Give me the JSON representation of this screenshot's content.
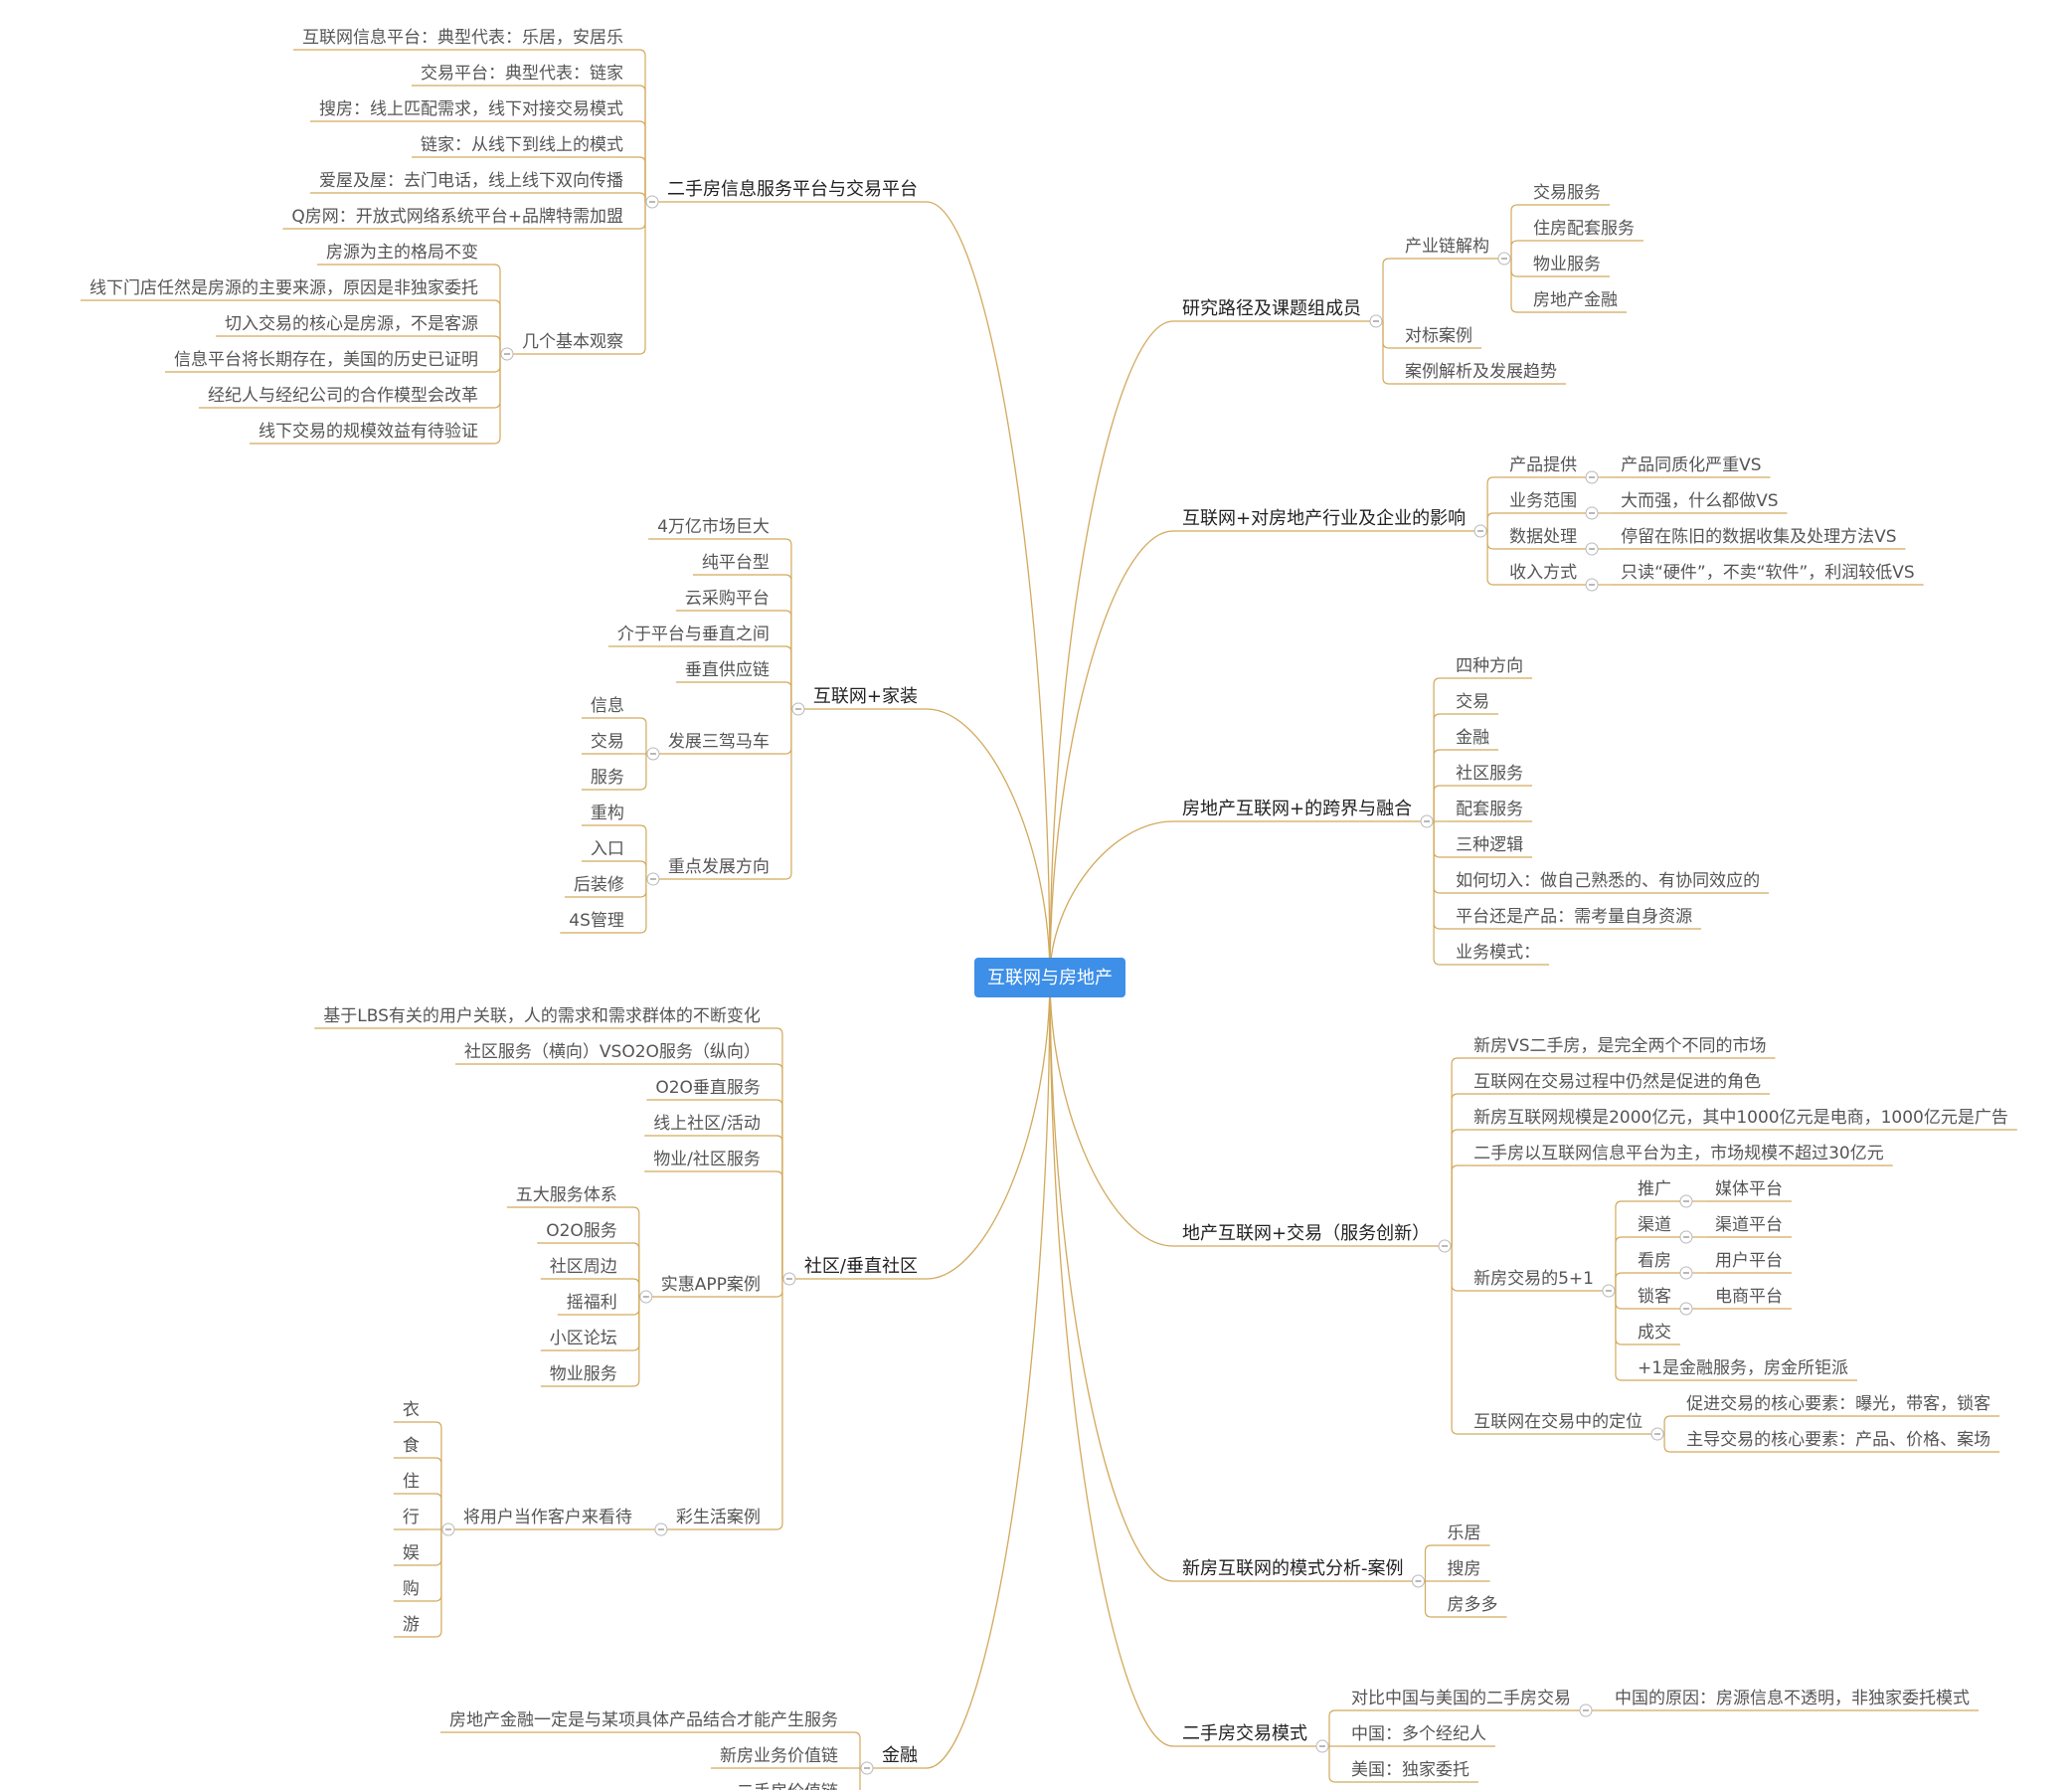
{
  "theme": {
    "line_color": "#d2a95c",
    "root_color": "#3d8fe8",
    "text_color": "#555555",
    "main_text_color": "#222222"
  },
  "root": "互联网与房地产",
  "branches": [
    {
      "text": "二手房信息服务平台与交易平台",
      "children": [
        {
          "text": "互联网信息平台：典型代表：乐居，安居乐"
        },
        {
          "text": "交易平台：典型代表：链家"
        },
        {
          "text": "搜房：线上匹配需求，线下对接交易模式"
        },
        {
          "text": "链家：从线下到线上的模式"
        },
        {
          "text": "爱屋及屋：去门电话，线上线下双向传播"
        },
        {
          "text": "Q房网：开放式网络系统平台+品牌特需加盟"
        },
        {
          "text": "几个基本观察",
          "children": [
            {
              "text": "房源为主的格局不变"
            },
            {
              "text": "线下门店任然是房源的主要来源，原因是非独家委托"
            },
            {
              "text": "切入交易的核心是房源，不是客源"
            },
            {
              "text": "信息平台将长期存在，美国的历史已证明"
            },
            {
              "text": "经纪人与经纪公司的合作模型会改革"
            },
            {
              "text": "线下交易的规模效益有待验证"
            }
          ]
        }
      ]
    },
    {
      "text": "互联网+家装",
      "children": [
        {
          "text": "4万亿市场巨大"
        },
        {
          "text": "纯平台型"
        },
        {
          "text": "云采购平台"
        },
        {
          "text": "介于平台与垂直之间"
        },
        {
          "text": "垂直供应链"
        },
        {
          "text": "发展三驾马车",
          "children": [
            {
              "text": "信息"
            },
            {
              "text": "交易"
            },
            {
              "text": "服务"
            }
          ]
        },
        {
          "text": "重点发展方向",
          "children": [
            {
              "text": "重构"
            },
            {
              "text": "入口"
            },
            {
              "text": "后装修"
            },
            {
              "text": "4S管理"
            }
          ]
        }
      ]
    },
    {
      "text": "社区/垂直社区",
      "children": [
        {
          "text": "基于LBS有关的用户关联，人的需求和需求群体的不断变化"
        },
        {
          "text": "社区服务（横向）VSO2O服务（纵向）"
        },
        {
          "text": "O2O垂直服务"
        },
        {
          "text": "线上社区/活动"
        },
        {
          "text": "物业/社区服务"
        },
        {
          "text": "实惠APP案例",
          "children": [
            {
              "text": "五大服务体系"
            },
            {
              "text": "O2O服务"
            },
            {
              "text": "社区周边"
            },
            {
              "text": "摇福利"
            },
            {
              "text": "小区论坛"
            },
            {
              "text": "物业服务"
            }
          ]
        },
        {
          "text": "彩生活案例",
          "children": [
            {
              "text": "将用户当作客户来看待",
              "children": [
                {
                  "text": "衣"
                },
                {
                  "text": "食"
                },
                {
                  "text": "住"
                },
                {
                  "text": "行"
                },
                {
                  "text": "娱"
                },
                {
                  "text": "购"
                },
                {
                  "text": "游"
                }
              ]
            }
          ]
        }
      ]
    },
    {
      "text": "金融",
      "children": [
        {
          "text": "房地产金融一定是与某项具体产品结合才能产生服务"
        },
        {
          "text": "新房业务价值链"
        },
        {
          "text": "二手房价值链"
        }
      ]
    },
    {
      "text": "研究路径及课题组成员",
      "children": [
        {
          "text": "产业链解构",
          "children": [
            {
              "text": "交易服务"
            },
            {
              "text": "住房配套服务"
            },
            {
              "text": "物业服务"
            },
            {
              "text": "房地产金融"
            }
          ]
        },
        {
          "text": "对标案例"
        },
        {
          "text": "案例解析及发展趋势"
        }
      ]
    },
    {
      "text": "互联网+对房地产行业及企业的影响",
      "children": [
        {
          "text": "产品提供",
          "children": [
            {
              "text": "产品同质化严重VS"
            }
          ]
        },
        {
          "text": "业务范围",
          "children": [
            {
              "text": "大而强，什么都做VS"
            }
          ]
        },
        {
          "text": "数据处理",
          "children": [
            {
              "text": "停留在陈旧的数据收集及处理方法VS"
            }
          ]
        },
        {
          "text": "收入方式",
          "children": [
            {
              "text": "只读“硬件”，不卖“软件”，利润较低VS"
            }
          ]
        }
      ]
    },
    {
      "text": "房地产互联网+的跨界与融合",
      "children": [
        {
          "text": "四种方向"
        },
        {
          "text": "交易"
        },
        {
          "text": "金融"
        },
        {
          "text": "社区服务"
        },
        {
          "text": "配套服务"
        },
        {
          "text": "三种逻辑"
        },
        {
          "text": "如何切入：做自己熟悉的、有协同效应的"
        },
        {
          "text": "平台还是产品：需考量自身资源"
        },
        {
          "text": "业务模式："
        }
      ]
    },
    {
      "text": "地产互联网+交易（服务创新）",
      "children": [
        {
          "text": "新房VS二手房，是完全两个不同的市场"
        },
        {
          "text": "互联网在交易过程中仍然是促进的角色"
        },
        {
          "text": "新房互联网规模是2000亿元，其中1000亿元是电商，1000亿元是广告"
        },
        {
          "text": "二手房以互联网信息平台为主，市场规模不超过30亿元"
        },
        {
          "text": "新房交易的5+1",
          "children": [
            {
              "text": "推广",
              "children": [
                {
                  "text": "媒体平台"
                }
              ]
            },
            {
              "text": "渠道",
              "children": [
                {
                  "text": "渠道平台"
                }
              ]
            },
            {
              "text": "看房",
              "children": [
                {
                  "text": "用户平台"
                }
              ]
            },
            {
              "text": "锁客",
              "children": [
                {
                  "text": "电商平台"
                }
              ]
            },
            {
              "text": "成交"
            },
            {
              "text": "+1是金融服务，房金所钜派"
            }
          ]
        },
        {
          "text": "互联网在交易中的定位",
          "children": [
            {
              "text": "促进交易的核心要素：曝光，带客，锁客"
            },
            {
              "text": "主导交易的核心要素：产品、价格、案场"
            }
          ]
        }
      ]
    },
    {
      "text": "新房互联网的模式分析-案例",
      "children": [
        {
          "text": "乐居"
        },
        {
          "text": "搜房"
        },
        {
          "text": "房多多"
        }
      ]
    },
    {
      "text": "二手房交易模式",
      "children": [
        {
          "text": "对比中国与美国的二手房交易",
          "children": [
            {
              "text": "中国的原因：房源信息不透明，非独家委托模式"
            }
          ]
        },
        {
          "text": "中国：多个经纪人"
        },
        {
          "text": "美国：独家委托"
        }
      ]
    }
  ]
}
